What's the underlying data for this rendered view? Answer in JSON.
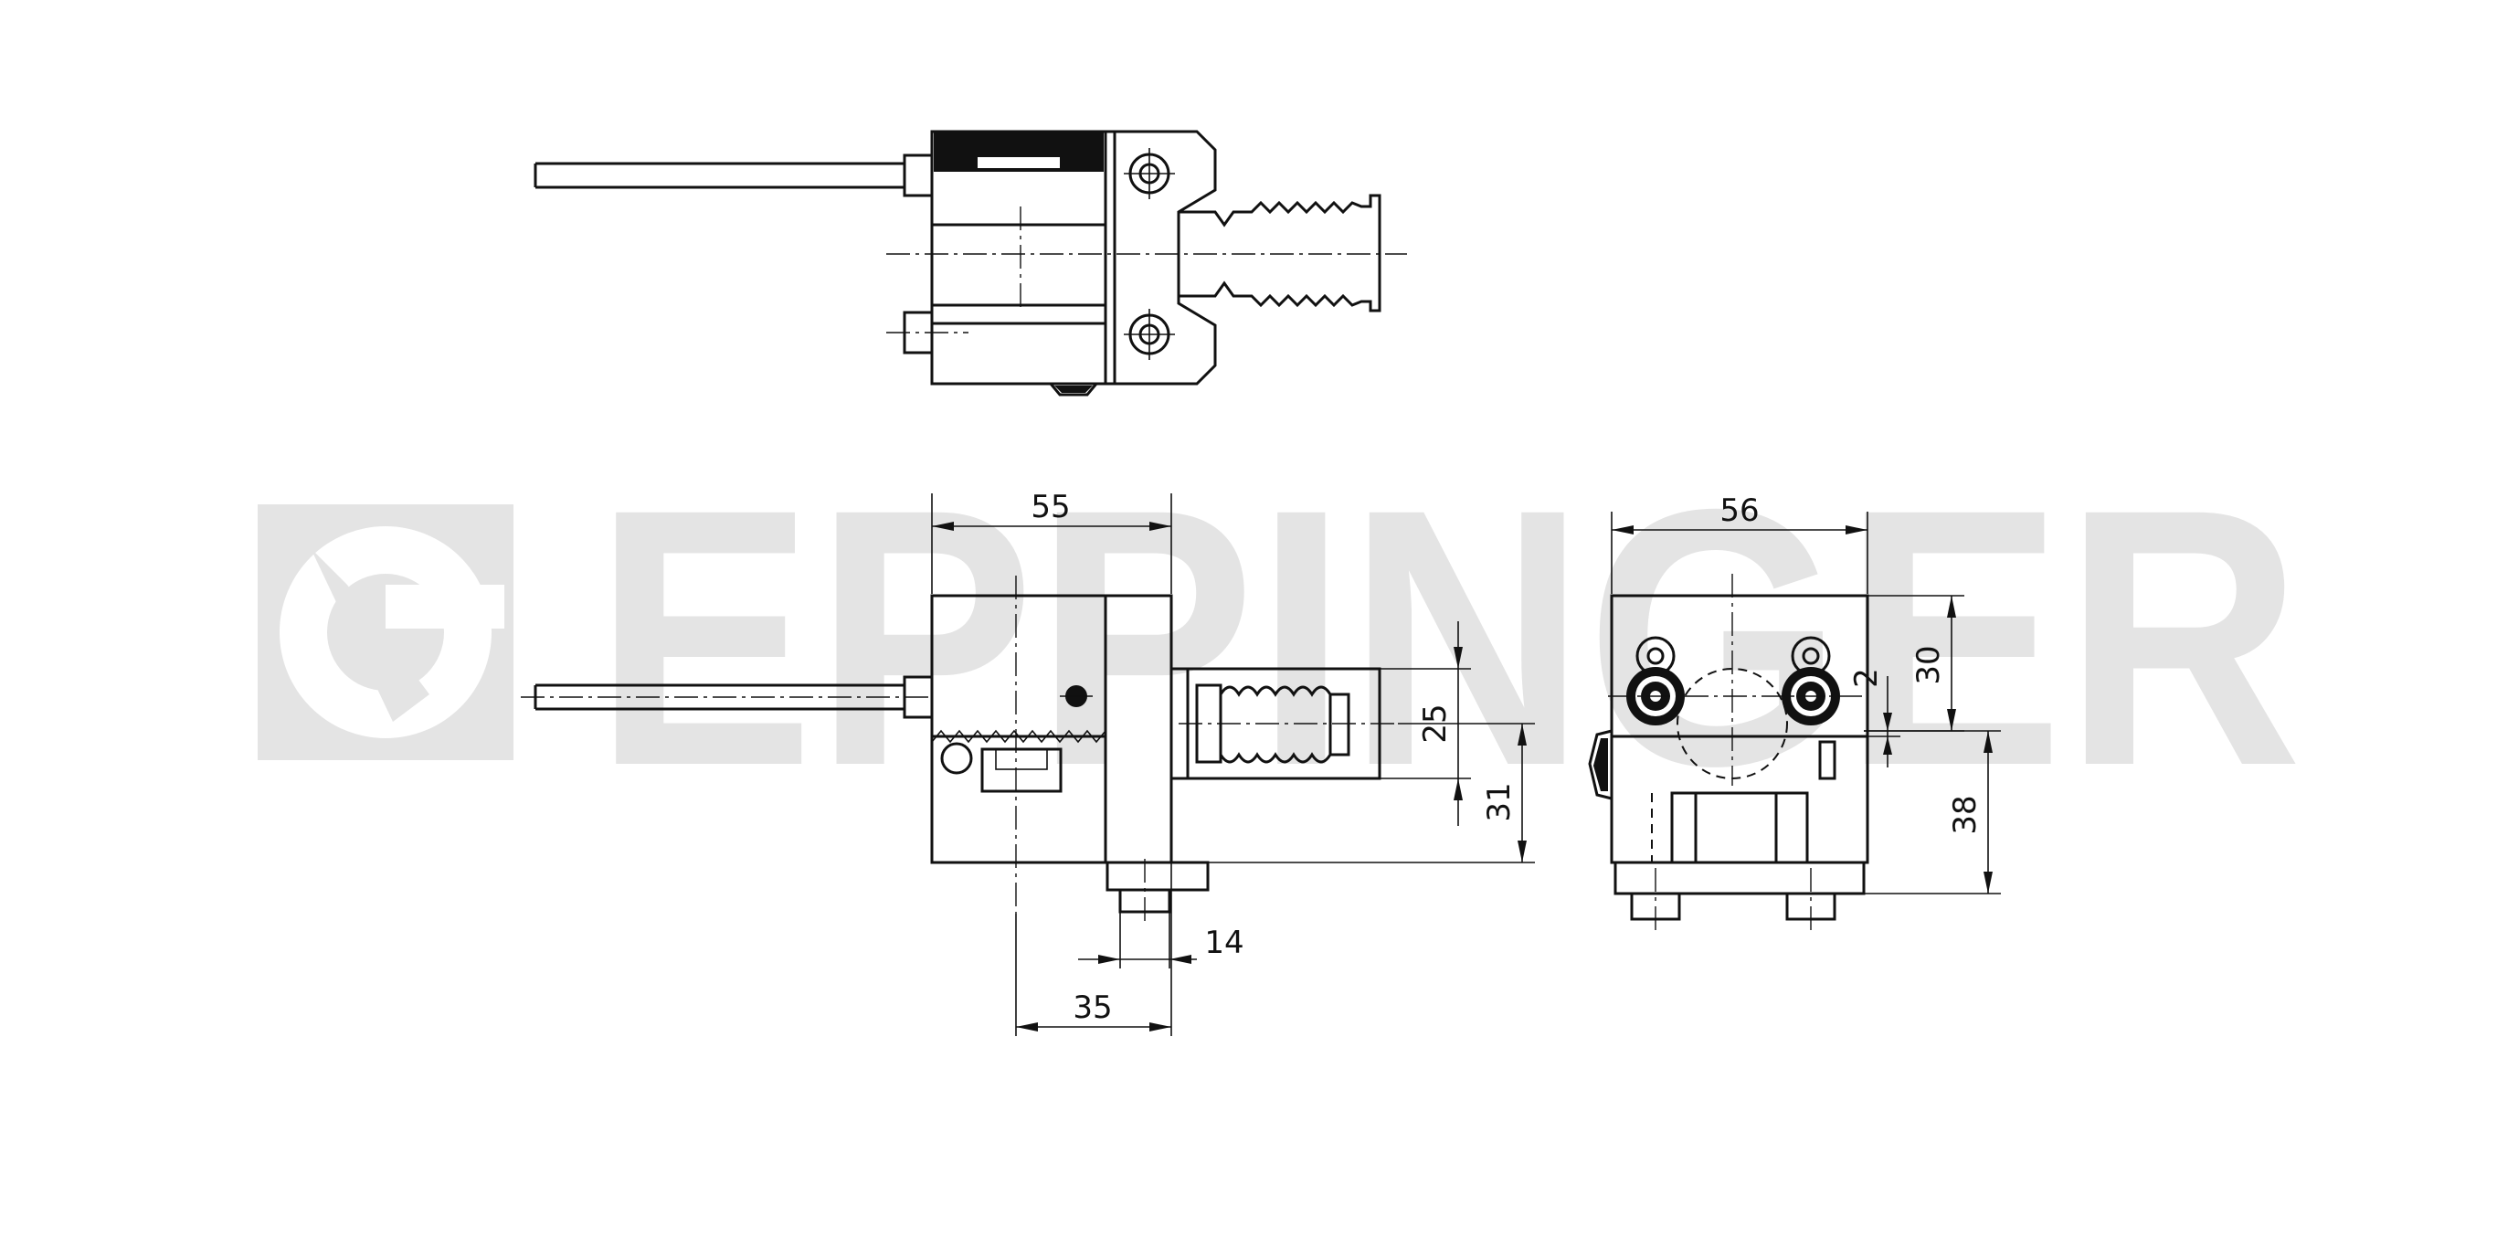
{
  "watermark": {
    "brand": "EPPINGER",
    "color": "#e4e4e4"
  },
  "colors": {
    "line": "#111111",
    "background": "#ffffff"
  },
  "dimensions": {
    "front_width": "55",
    "front_offset_small": "14",
    "front_offset_large": "35",
    "shank_diameter": "25",
    "shank_height": "31",
    "side_width": "56",
    "side_upper": "30",
    "side_gap": "2",
    "side_height": "38"
  }
}
